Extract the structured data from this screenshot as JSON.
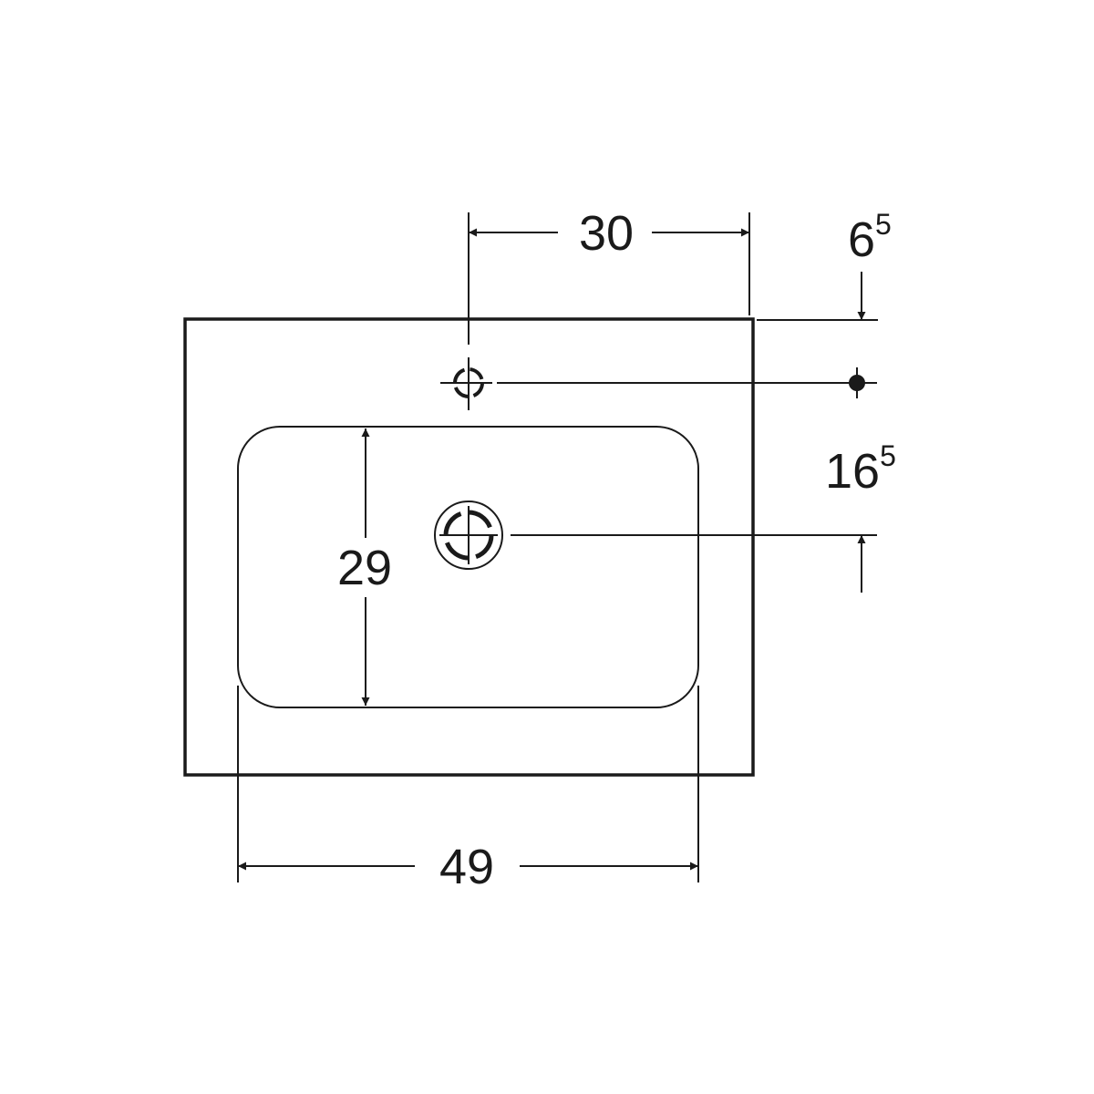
{
  "dimensions": {
    "tap_to_edge": "30",
    "tap_from_back_main": "6",
    "tap_from_back_sup": "5",
    "tap_to_drain_main": "16",
    "tap_to_drain_sup": "5",
    "bowl_depth": "29",
    "bowl_width": "49"
  },
  "colors": {
    "line": "#1a1a1a",
    "background": "#ffffff"
  }
}
